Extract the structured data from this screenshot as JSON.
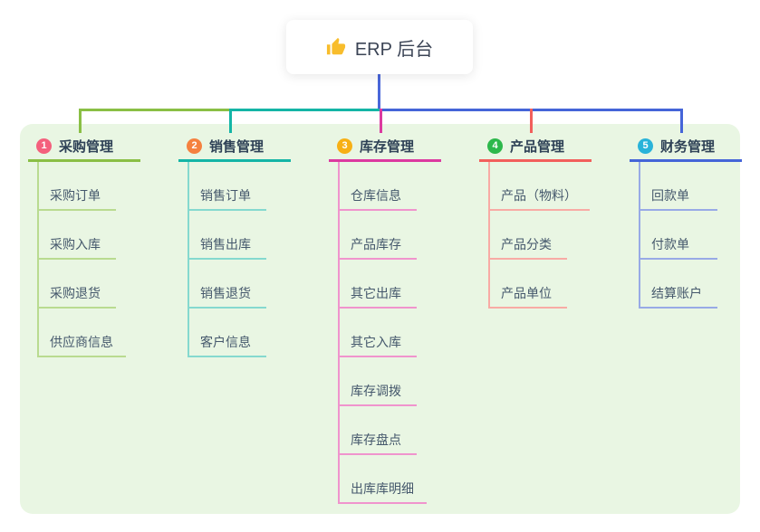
{
  "root": {
    "title": "ERP 后台",
    "icon": "thumbs-up-icon",
    "icon_color": "#f8bd2c",
    "card_background": "#ffffff",
    "text_color": "#3b4455",
    "connector_color": "#4a67d9"
  },
  "panel": {
    "background_color": "#e9f6e3"
  },
  "branches": [
    {
      "index": "1",
      "label": "采购管理",
      "badge_color": "#f4607d",
      "line_color": "#8abf45",
      "child_line_color": "#b9db90",
      "children": [
        "采购订单",
        "采购入库",
        "采购退货",
        "供应商信息"
      ]
    },
    {
      "index": "2",
      "label": "销售管理",
      "badge_color": "#f5813f",
      "line_color": "#14b5a6",
      "child_line_color": "#85d9cf",
      "children": [
        "销售订单",
        "销售出库",
        "销售退货",
        "客户信息"
      ]
    },
    {
      "index": "3",
      "label": "库存管理",
      "badge_color": "#f7b015",
      "line_color": "#dc3aa0",
      "child_line_color": "#f094cd",
      "children": [
        "仓库信息",
        "产品库存",
        "其它出库",
        "其它入库",
        "库存调拨",
        "库存盘点",
        "出库库明细"
      ]
    },
    {
      "index": "4",
      "label": "产品管理",
      "badge_color": "#2db84b",
      "line_color": "#f25f5c",
      "child_line_color": "#f8aba5",
      "children": [
        "产品（物料）",
        "产品分类",
        "产品单位"
      ]
    },
    {
      "index": "5",
      "label": "财务管理",
      "badge_color": "#29b3d9",
      "line_color": "#4565d8",
      "child_line_color": "#98aae6",
      "children": [
        "回款单",
        "付款单",
        "结算账户"
      ]
    }
  ]
}
